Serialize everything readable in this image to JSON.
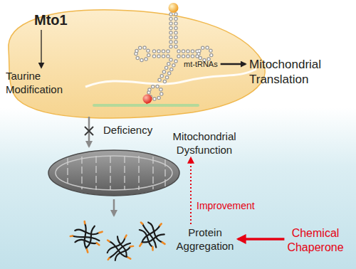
{
  "diagram": {
    "nodes": [
      {
        "text": [
          "Mto1"
        ]
      },
      {
        "text": [
          "Taurine Modification"
        ]
      },
      {
        "text": [
          "mt-tRNAs"
        ]
      },
      {
        "text": [
          "Mitochondrial Translation"
        ]
      },
      {
        "text": [
          "Mitochondrial Dysfunction"
        ]
      },
      {
        "text": [
          "Protein Aggregation"
        ]
      },
      {
        "text": [
          "Chemical Chaperone"
        ]
      }
    ],
    "edges": [
      {
        "from": 0,
        "to": 1,
        "arrow": "to"
      },
      {
        "from": 2,
        "to": 3,
        "arrow": "to"
      },
      {
        "from": 5,
        "to": 4,
        "label": "Improvement",
        "arrow": "to"
      },
      {
        "from": 6,
        "to": 5,
        "arrow": "to"
      }
    ],
    "labels": [
      "Deficiency"
    ]
  }
}
